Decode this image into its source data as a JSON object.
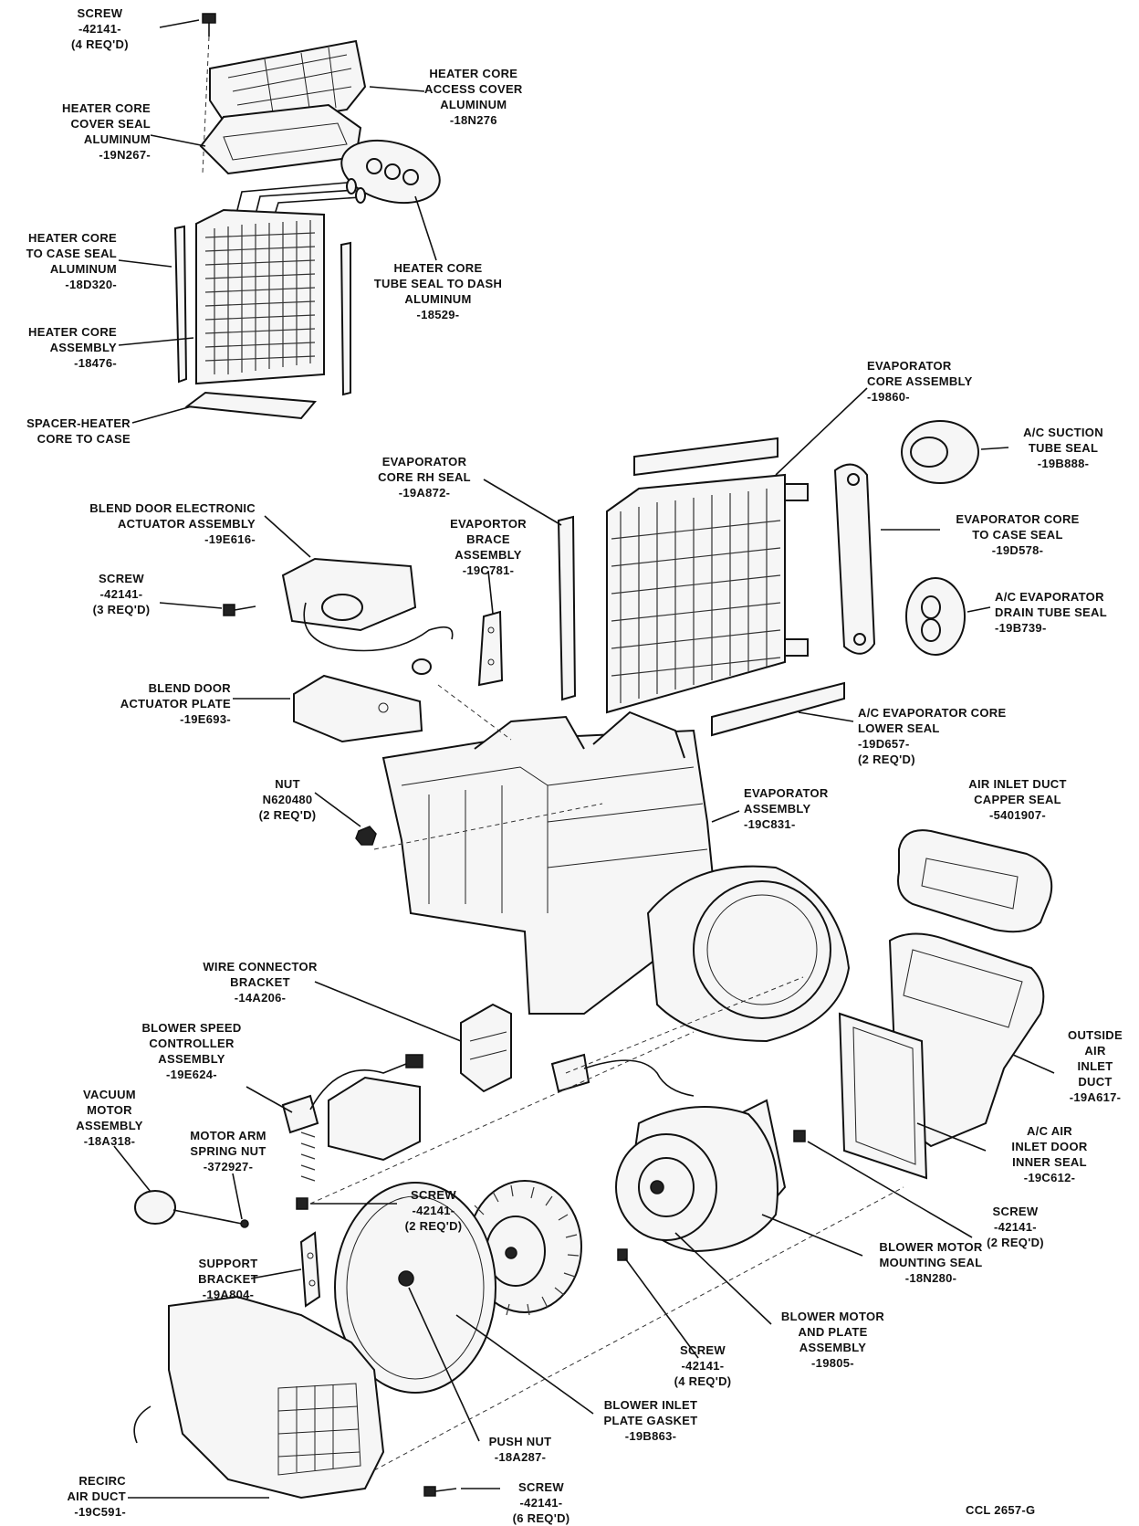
{
  "labels": {
    "screw_top": [
      "SCREW",
      "-42141-",
      "(4 REQ'D)"
    ],
    "heater_core_access_cover": [
      "HEATER CORE",
      "ACCESS COVER",
      "ALUMINUM",
      "-18N276"
    ],
    "heater_core_cover_seal": [
      "HEATER CORE",
      "COVER SEAL",
      "ALUMINUM",
      "-19N267-"
    ],
    "heater_core_tube_seal": [
      "HEATER CORE",
      "TUBE SEAL TO DASH",
      "ALUMINUM",
      "-18529-"
    ],
    "heater_core_case_seal": [
      "HEATER CORE",
      "TO CASE SEAL",
      "ALUMINUM",
      "-18D320-"
    ],
    "heater_core_assembly": [
      "HEATER CORE",
      "ASSEMBLY",
      "-18476-"
    ],
    "spacer_heater_core": [
      "SPACER-HEATER",
      "CORE TO CASE"
    ],
    "evaporator_core_assembly": [
      "EVAPORATOR",
      "CORE ASSEMBLY",
      "-19860-"
    ],
    "ac_suction_tube_seal": [
      "A/C SUCTION",
      "TUBE SEAL",
      "-19B888-"
    ],
    "evaporator_core_rh_seal": [
      "EVAPORATOR",
      "CORE RH SEAL",
      "-19A872-"
    ],
    "blend_door_actuator_assembly": [
      "BLEND DOOR ELECTRONIC",
      "ACTUATOR ASSEMBLY",
      "-19E616-"
    ],
    "evaportor_brace_assembly": [
      "EVAPORTOR",
      "BRACE",
      "ASSEMBLY",
      "-19C781-"
    ],
    "evaporator_core_case_seal": [
      "EVAPORATOR CORE",
      "TO CASE SEAL",
      "-19D578-"
    ],
    "screw_3": [
      "SCREW",
      "-42141-",
      "(3 REQ'D)"
    ],
    "ac_evaporator_drain_tube_seal": [
      "A/C EVAPORATOR",
      "DRAIN TUBE SEAL",
      "-19B739-"
    ],
    "blend_door_actuator_plate": [
      "BLEND DOOR",
      "ACTUATOR PLATE",
      "-19E693-"
    ],
    "ac_evaporator_core_lower_seal": [
      "A/C EVAPORATOR CORE",
      "LOWER SEAL",
      "-19D657-",
      "(2 REQ'D)"
    ],
    "nut": [
      "NUT",
      "N620480",
      "(2 REQ'D)"
    ],
    "evaporator_assembly": [
      "EVAPORATOR",
      "ASSEMBLY",
      "-19C831-"
    ],
    "air_inlet_duct_capper_seal": [
      "AIR INLET DUCT",
      "CAPPER SEAL",
      "-5401907-"
    ],
    "wire_connector_bracket": [
      "WIRE CONNECTOR",
      "BRACKET",
      "-14A206-"
    ],
    "blower_speed_controller": [
      "BLOWER SPEED",
      "CONTROLLER",
      "ASSEMBLY",
      "-19E624-"
    ],
    "outside_air_inlet_duct": [
      "OUTSIDE",
      "AIR",
      "INLET",
      "DUCT",
      "-19A617-"
    ],
    "vacuum_motor_assembly": [
      "VACUUM",
      "MOTOR",
      "ASSEMBLY",
      "-18A318-"
    ],
    "motor_arm_spring_nut": [
      "MOTOR ARM",
      "SPRING NUT",
      "-372927-"
    ],
    "ac_air_inlet_door_inner_seal": [
      "A/C AIR",
      "INLET DOOR",
      "INNER SEAL",
      "-19C612-"
    ],
    "screw_2_left": [
      "SCREW",
      "-42141-",
      "(2 REQ'D)"
    ],
    "screw_2_right": [
      "SCREW",
      "-42141-",
      "(2 REQ'D)"
    ],
    "support_bracket": [
      "SUPPORT",
      "BRACKET",
      "-19A804-"
    ],
    "blower_motor_mounting_seal": [
      "BLOWER MOTOR",
      "MOUNTING SEAL",
      "-18N280-"
    ],
    "blower_motor_plate_assembly": [
      "BLOWER MOTOR",
      "AND PLATE",
      "ASSEMBLY",
      "-19805-"
    ],
    "screw_4": [
      "SCREW",
      "-42141-",
      "(4 REQ'D)"
    ],
    "blower_inlet_plate_gasket": [
      "BLOWER INLET",
      "PLATE GASKET",
      "-19B863-"
    ],
    "push_nut": [
      "PUSH NUT",
      "-18A287-"
    ],
    "recirc_air_duct": [
      "RECIRC",
      "AIR DUCT",
      "-19C591-"
    ],
    "screw_6": [
      "SCREW",
      "-42141-",
      "(6 REQ'D)"
    ]
  },
  "figure_code": "CCL 2657-G"
}
